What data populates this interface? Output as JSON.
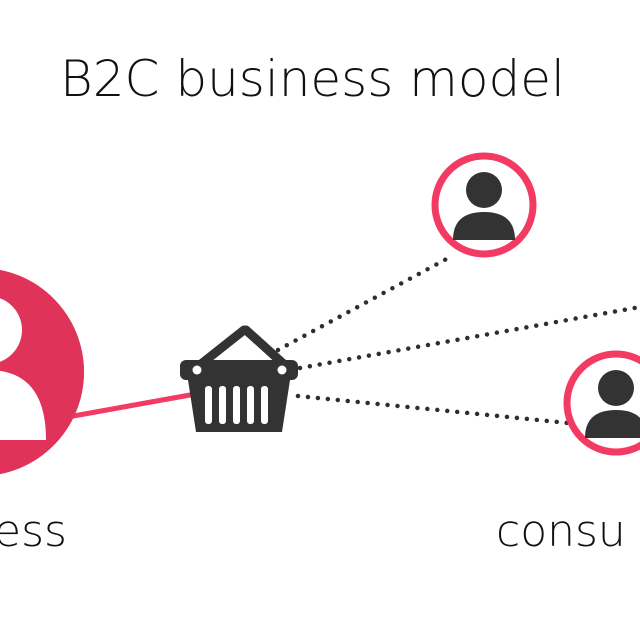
{
  "title": "B2C business model",
  "labels": {
    "business": "ess",
    "consumer": "consu"
  },
  "colors": {
    "accent": "#f23a63",
    "accent_dark": "#c8234a",
    "icon": "#333333",
    "text": "#111111",
    "dots": "#2e2e2e"
  },
  "nodes": {
    "business": {
      "icon": "person-icon"
    },
    "basket": {
      "icon": "shopping-basket-icon"
    },
    "consumers": [
      {
        "icon": "person-icon"
      },
      {
        "icon": "person-icon"
      },
      {
        "icon": "person-icon"
      }
    ]
  }
}
